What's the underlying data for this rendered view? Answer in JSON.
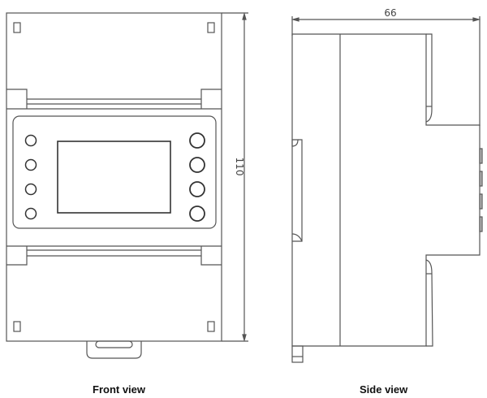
{
  "front_view": {
    "caption": "Front view",
    "height_dimension": "110",
    "left_buttons": 4,
    "right_buttons": 4
  },
  "side_view": {
    "caption": "Side view",
    "width_dimension": "66",
    "side_buttons": 4
  },
  "colors": {
    "line": "#555555",
    "text": "#111111",
    "background": "#ffffff"
  }
}
